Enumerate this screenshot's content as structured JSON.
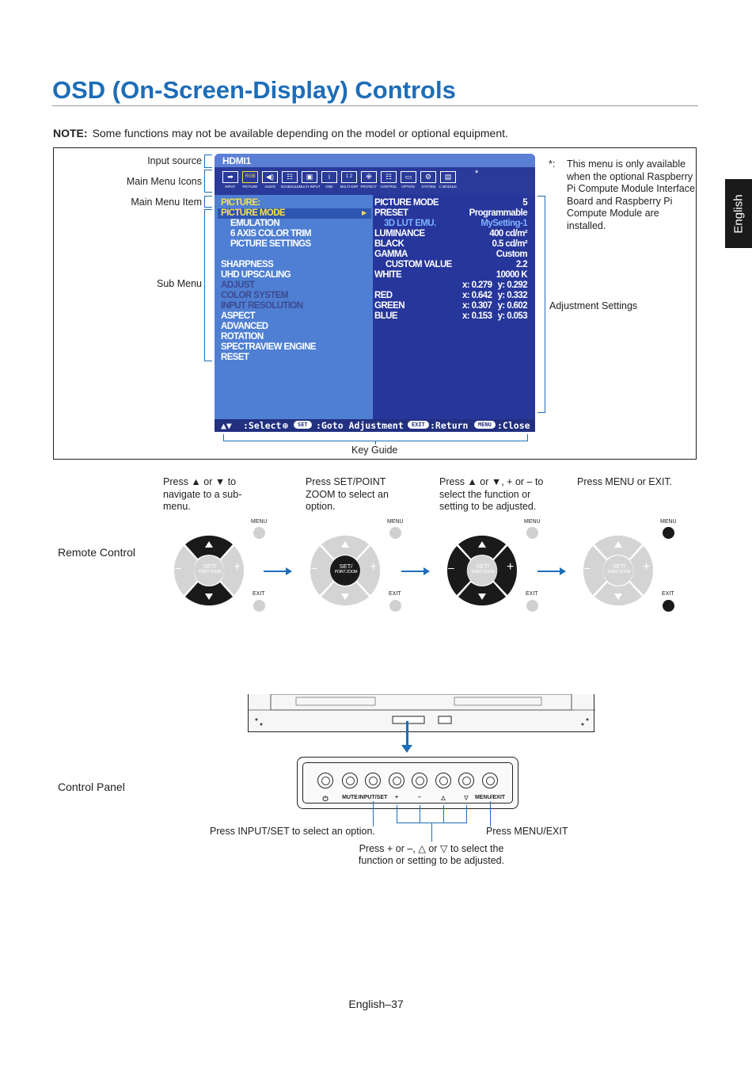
{
  "page": {
    "title": "OSD (On-Screen-Display) Controls",
    "note_label": "NOTE:",
    "note_text": "Some functions may not be available depending on the model or optional equipment.",
    "side_tab": "English",
    "footer": "English–37"
  },
  "callouts": {
    "input_source": "Input source",
    "main_menu_icons": "Main Menu Icons",
    "main_menu_item": "Main Menu Item",
    "sub_menu": "Sub Menu",
    "adjustment_settings": "Adjustment Settings",
    "key_guide": "Key Guide",
    "footnote_star": "*:",
    "footnote_text": "This menu is only available when the optional Raspberry Pi Compute Module Interface Board and Raspberry Pi Compute Module are installed."
  },
  "osd": {
    "input": "HDMI1",
    "star": "*",
    "icons": [
      {
        "label": "INPUT",
        "icon": "input-arrow-icon",
        "glyph": "➡"
      },
      {
        "label": "PICTURE",
        "icon": "picture-rgb-icon",
        "glyph": "RGB",
        "selected": true
      },
      {
        "label": "AUDIO",
        "icon": "speaker-icon",
        "glyph": "◀)"
      },
      {
        "label": "SCHEDULE",
        "icon": "schedule-icon",
        "glyph": "☷"
      },
      {
        "label": "MULTI-INPUT",
        "icon": "multi-input-icon",
        "glyph": "▣"
      },
      {
        "label": "OSD",
        "icon": "info-icon",
        "glyph": "i"
      },
      {
        "label": "MULTI-DSP",
        "icon": "multi-display-icon",
        "glyph": "1 2"
      },
      {
        "label": "PROTECT",
        "icon": "shield-icon",
        "glyph": "✙"
      },
      {
        "label": "CONTROL",
        "icon": "network-icon",
        "glyph": "☷"
      },
      {
        "label": "OPTION",
        "icon": "option-icon",
        "glyph": "▭"
      },
      {
        "label": "SYSTEM",
        "icon": "system-gear-icon",
        "glyph": "⚙"
      },
      {
        "label": "C MODULE",
        "icon": "compute-module-icon",
        "glyph": "▤"
      }
    ],
    "left_menu": {
      "header": "PICTURE:",
      "picture_mode": "PICTURE MODE",
      "emulation": "EMULATION",
      "color_trim": "6 AXIS COLOR TRIM",
      "picture_settings": "PICTURE SETTINGS",
      "sharpness": "SHARPNESS",
      "uhd_upscaling": "UHD UPSCALING",
      "adjust": "ADJUST",
      "color_system": "COLOR SYSTEM",
      "input_resolution": "INPUT RESOLUTION",
      "aspect": "ASPECT",
      "advanced": "ADVANCED",
      "rotation": "ROTATION",
      "spectraview": "SPECTRAVIEW ENGINE",
      "reset": "RESET"
    },
    "right_menu": {
      "picture_mode_label": "PICTURE MODE",
      "picture_mode_value": "5",
      "preset_label": "PRESET",
      "preset_value": "Programmable",
      "lut_label": "3D LUT EMU.",
      "lut_value": "MySetting-1",
      "luminance_label": "LUMINANCE",
      "luminance_value": "400 cd/m²",
      "black_label": "BLACK",
      "black_value": "0.5 cd/m²",
      "gamma_label": "GAMMA",
      "gamma_value": "Custom",
      "custom_label": "CUSTOM VALUE",
      "custom_value": "2.2",
      "white_label": "WHITE",
      "white_value": "10000 K",
      "white_x": "x: 0.279",
      "white_y": "y: 0.292",
      "red_label": "RED",
      "red_x": "x: 0.642",
      "red_y": "y: 0.332",
      "green_label": "GREEN",
      "green_x": "x: 0.307",
      "green_y": "y: 0.602",
      "blue_label": "BLUE",
      "blue_x": "x: 0.153",
      "blue_y": "y: 0.053"
    },
    "keyguide": {
      "select": ":Select",
      "set_pill": "SET",
      "goto": ":Goto Adjustment",
      "exit_pill": "EXIT",
      "return": ":Return",
      "menu_pill": "MENU",
      "close": ":Close"
    }
  },
  "remote": {
    "label": "Remote Control",
    "steps": [
      "Press ▲ or ▼ to navigate to a sub-menu.",
      "Press SET/POINT ZOOM to select an option.",
      "Press ▲ or ▼, + or – to select the function or setting to be adjusted.",
      "Press MENU or EXIT."
    ],
    "menu_label": "MENU",
    "exit_label": "EXIT",
    "center_label": "SET/",
    "center_sub": "POINT ZOOM",
    "minus": "–",
    "plus": "+"
  },
  "control_panel": {
    "label": "Control Panel",
    "buttons": [
      "⏻",
      "MUTE",
      "INPUT/SET",
      "+",
      "–",
      "△",
      "▽",
      "MENU/EXIT"
    ],
    "instr_input": "Press INPUT/SET to select an option.",
    "instr_menu": "Press MENU/EXIT",
    "instr_adjust_1": "Press + or –, △ or ▽ to select the",
    "instr_adjust_2": "function or setting to be adjusted."
  }
}
